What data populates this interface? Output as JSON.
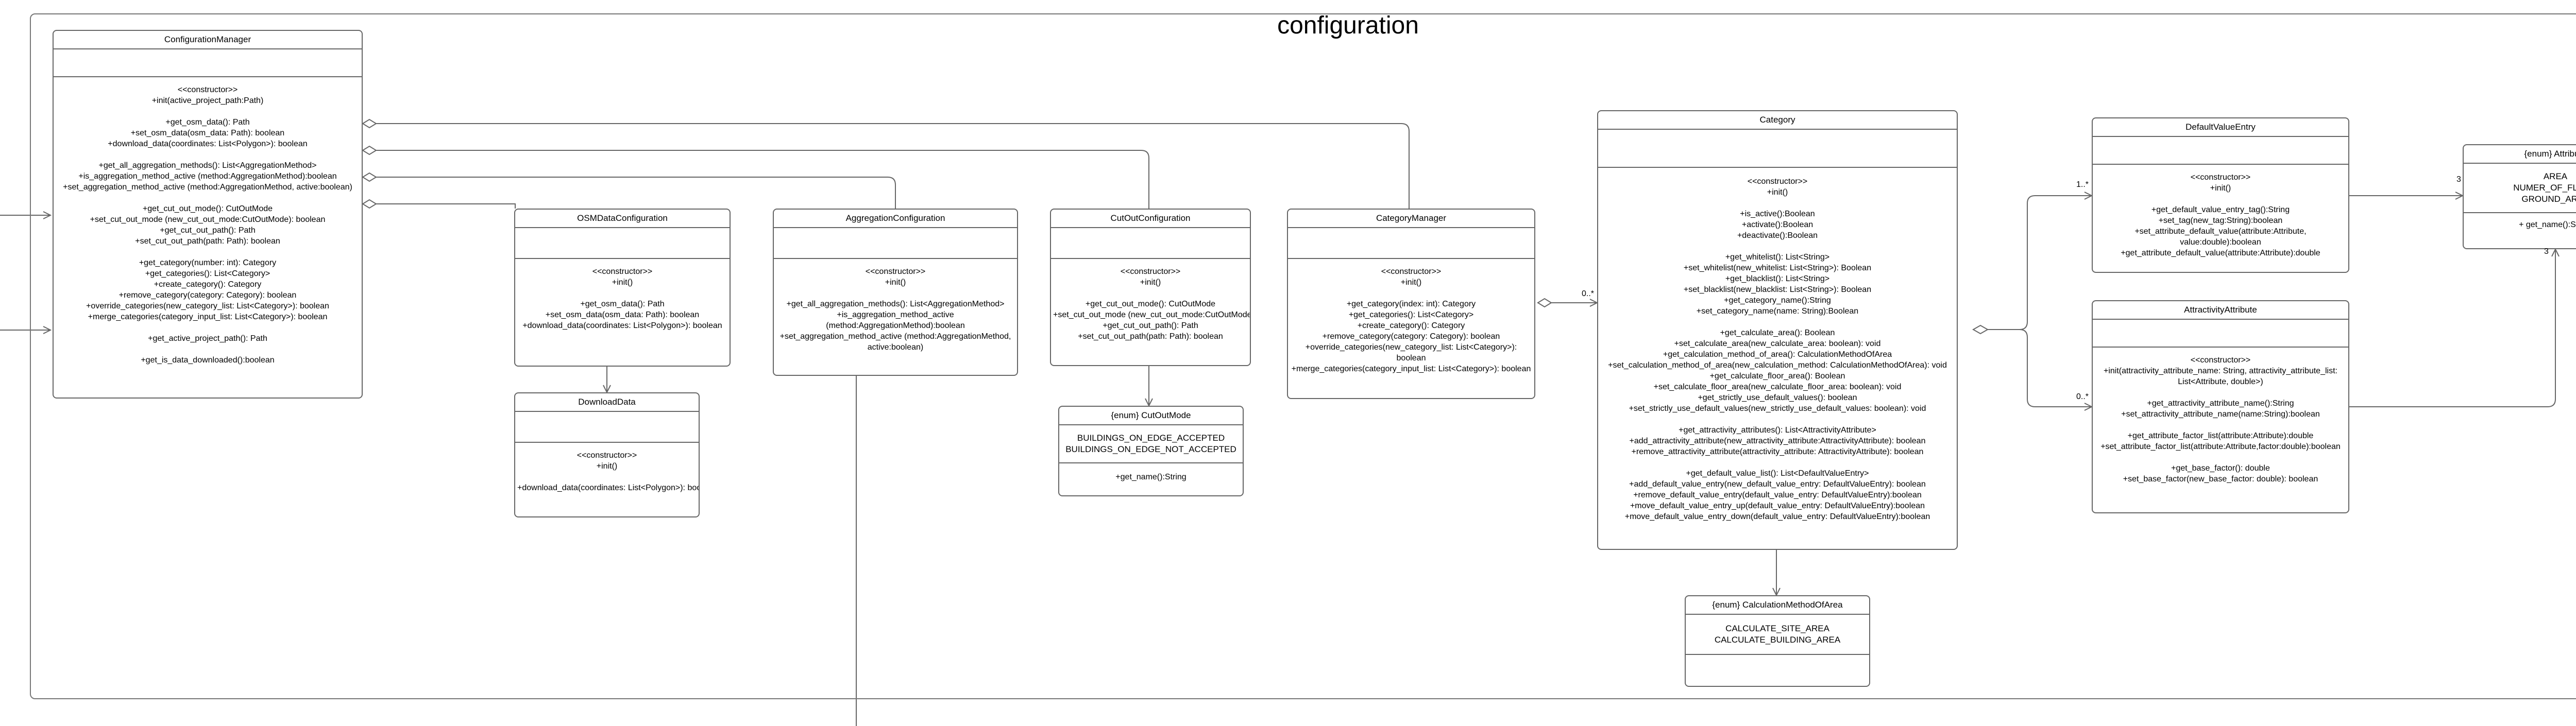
{
  "diagram": {
    "title": "configuration",
    "classes": {
      "configuration_manager": {
        "name": "ConfigurationManager",
        "ops": [
          "<<constructor>>",
          "+init(active_project_path:Path)",
          "",
          "+get_osm_data(): Path",
          "+set_osm_data(osm_data: Path): boolean",
          "+download_data(coordinates: List<Polygon>): boolean",
          "",
          "+get_all_aggregation_methods(): List<AggregationMethod>",
          "+is_aggregation_method_active (method:AggregationMethod):boolean",
          "+set_aggregation_method_active (method:AggregationMethod, active:boolean)",
          "",
          "+get_cut_out_mode(): CutOutMode",
          "+set_cut_out_mode (new_cut_out_mode:CutOutMode): boolean",
          "+get_cut_out_path(): Path",
          "+set_cut_out_path(path: Path): boolean",
          "",
          "+get_category(number: int): Category",
          "+get_categories(): List<Category>",
          "+create_category(): Category",
          "+remove_category(category: Category): boolean",
          "+override_categories(new_category_list: List<Category>): boolean",
          "+merge_categories(category_input_list: List<Category>): boolean",
          "",
          "+get_active_project_path(): Path",
          "",
          "+get_is_data_downloaded():boolean"
        ]
      },
      "osm_data_configuration": {
        "name": "OSMDataConfiguration",
        "ops": [
          "<<constructor>>",
          "+init()",
          "",
          "+get_osm_data(): Path",
          "+set_osm_data(osm_data: Path): boolean",
          "+download_data(coordinates: List<Polygon>): boolean"
        ]
      },
      "download_data": {
        "name": "DownloadData",
        "ops": [
          "<<constructor>>",
          "+init()",
          "",
          "+download_data(coordinates: List<Polygon>): boolean"
        ]
      },
      "aggregation_configuration": {
        "name": "AggregationConfiguration",
        "ops": [
          "<<constructor>>",
          "+init()",
          "",
          "+get_all_aggregation_methods(): List<AggregationMethod>",
          "+is_aggregation_method_active (method:AggregationMethod):boolean",
          "+set_aggregation_method_active (method:AggregationMethod, active:boolean)"
        ]
      },
      "cut_out_configuration": {
        "name": "CutOutConfiguration",
        "ops": [
          "<<constructor>>",
          "+init()",
          "",
          "+get_cut_out_mode(): CutOutMode",
          "+set_cut_out_mode (new_cut_out_mode:CutOutMode): boolean",
          "+get_cut_out_path(): Path",
          "+set_cut_out_path(path: Path): boolean"
        ]
      },
      "category_manager": {
        "name": "CategoryManager",
        "ops": [
          "<<constructor>>",
          "+init()",
          "",
          "+get_category(index: int): Category",
          "+get_categories(): List<Category>",
          "+create_category(): Category",
          "+remove_category(category: Category): boolean",
          "+override_categories(new_category_list: List<Category>): boolean",
          "+merge_categories(category_input_list: List<Category>): boolean"
        ]
      },
      "category": {
        "name": "Category",
        "ops": [
          "<<constructor>>",
          "+init()",
          "",
          "+is_active():Boolean",
          "+activate():Boolean",
          "+deactivate():Boolean",
          "",
          "+get_whitelist(): List<String>",
          "+set_whitelist(new_whitelist: List<String>): Boolean",
          "+get_blacklist(): List<String>",
          "+set_blacklist(new_blacklist: List<String>): Boolean",
          "+get_category_name():String",
          "+set_category_name(name: String):Boolean",
          "",
          "+get_calculate_area(): Boolean",
          "+set_calculate_area(new_calculate_area: boolean): void",
          "+get_calculation_method_of_area(): CalculationMethodOfArea",
          "+set_calculation_method_of_area(new_calculation_method: CalculationMethodOfArea): void",
          "+get_calculate_floor_area(): Boolean",
          "+set_calculate_floor_area(new_calculate_floor_area: boolean): void",
          "+get_strictly_use_default_values(): boolean",
          "+set_strictly_use_default_values(new_strictly_use_default_values: boolean): void",
          "",
          "+get_attractivity_attributes(): List<AttractivityAttribute>",
          "+add_attractivity_attribute(new_attractivity_attribute:AttractivityAttribute): boolean",
          "+remove_attractivity_attribute(attractivity_attribute: AttractivityAttribute): boolean",
          "",
          "+get_default_value_list(): List<DefaultValueEntry>",
          "+add_default_value_entry(new_default_value_entry: DefaultValueEntry): boolean",
          "+remove_default_value_entry(default_value_entry: DefaultValueEntry):boolean",
          "+move_default_value_entry_up(default_value_entry: DefaultValueEntry):boolean",
          "+move_default_value_entry_down(default_value_entry: DefaultValueEntry):boolean"
        ]
      },
      "default_value_entry": {
        "name": "DefaultValueEntry",
        "ops": [
          "<<constructor>>",
          "+init()",
          "",
          "+get_default_value_entry_tag():String",
          "+set_tag(new_tag:String):boolean",
          "+set_attribute_default_value(attribute:Attribute, value:double):boolean",
          "+get_attribute_default_value(attribute:Attribute):double"
        ]
      },
      "attractivity_attribute": {
        "name": "AttractivityAttribute",
        "ops": [
          "<<constructor>>",
          "+init(attractivity_attribute_name: String, attractivity_attribute_list: List<Attribute, double>)",
          "",
          "+get_attractivity_attribute_name():String",
          "+set_attractivity_attribute_name(name:String):boolean",
          "",
          "+get_attribute_factor_list(attribute:Attribute):double",
          "+set_attribute_factor_list(attribute:Attribute,factor:double):boolean",
          "",
          "+get_base_factor(): double",
          "+set_base_factor(new_base_factor: double): boolean"
        ]
      }
    },
    "enums": {
      "cut_out_mode": {
        "name": "{enum} CutOutMode",
        "values": [
          "BUILDINGS_ON_EDGE_ACCEPTED",
          "BUILDINGS_ON_EDGE_NOT_ACCEPTED"
        ],
        "ops": [
          "+get_name():String"
        ]
      },
      "attribute": {
        "name": "{enum} Attribute",
        "values": [
          "AREA",
          "NUMER_OF_FLOOR",
          "GROUND_AREA"
        ],
        "ops": [
          "+ get_name():String"
        ]
      },
      "calculation_method_of_area": {
        "name": "{enum} CalculationMethodOfArea",
        "values": [
          "CALCULATE_SITE_AREA",
          "CALCULATE_BUILDING_AREA"
        ]
      }
    },
    "multiplicities": {
      "category_manager_category": "0..*",
      "default_value_entry": "1..*",
      "attractivity_attribute": "0..*",
      "attribute_top": "3",
      "attribute_bottom": "3"
    }
  },
  "colors": {
    "line": "#666666",
    "frame": "#777777",
    "background": "#ffffff"
  }
}
